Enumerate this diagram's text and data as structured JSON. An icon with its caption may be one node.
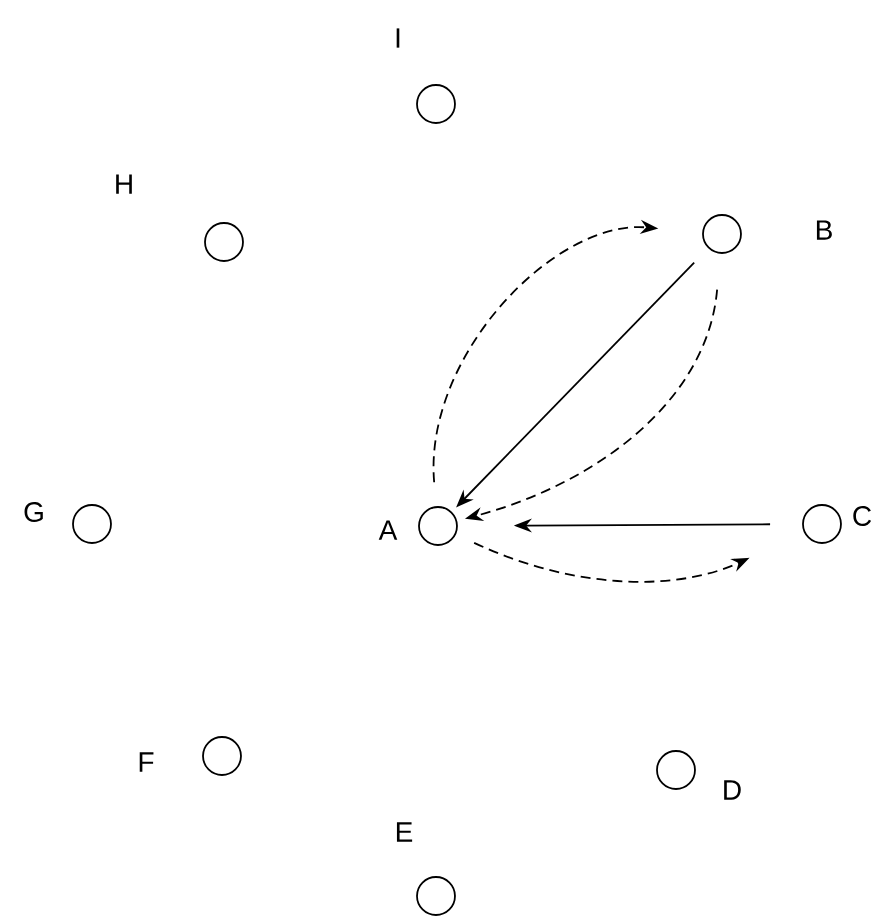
{
  "diagram": {
    "nodes": [
      {
        "text": [],
        "shape": "circle",
        "beside": [
          "I"
        ]
      },
      {
        "text": [],
        "shape": "circle",
        "beside": [
          "H"
        ]
      },
      {
        "text": [],
        "shape": "circle",
        "beside": [
          "B"
        ]
      },
      {
        "text": [],
        "shape": "circle",
        "beside": [
          "G"
        ]
      },
      {
        "text": [],
        "shape": "circle",
        "beside": [
          "A"
        ]
      },
      {
        "text": [],
        "shape": "circle",
        "beside": [
          "C"
        ]
      },
      {
        "text": [],
        "shape": "circle",
        "beside": [
          "F"
        ]
      },
      {
        "text": [],
        "shape": "circle",
        "beside": [
          "D"
        ]
      },
      {
        "text": [],
        "shape": "circle",
        "beside": [
          "E"
        ]
      }
    ],
    "edges": [
      {
        "from": 2,
        "to": 4,
        "arrow": "to"
      },
      {
        "from": 5,
        "to": 4,
        "arrow": "to"
      },
      {
        "from": 4,
        "to": 2,
        "arrow": "to",
        "style": "dashed"
      },
      {
        "from": 2,
        "to": 4,
        "arrow": "to",
        "style": "dashed"
      },
      {
        "from": 4,
        "to": 5,
        "arrow": "to",
        "style": "dashed"
      }
    ]
  }
}
